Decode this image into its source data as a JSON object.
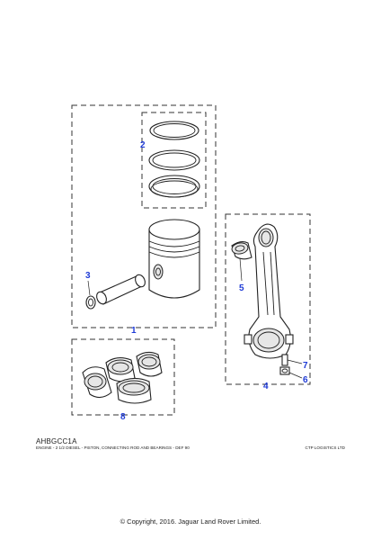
{
  "figure": {
    "code": "AHBGCC1A",
    "caption": "ENGINE - 2 1/2 DIESEL - PISTON, CONNECTING ROD AND BEARINGS - DEF 90",
    "vendor": "CTP LOGISTICS LTD",
    "copyright": "© Copyright, 2016. Jaguar Land Rover Limited."
  },
  "callouts": {
    "c1": "1",
    "c2": "2",
    "c3": "3",
    "c4": "4",
    "c5": "5",
    "c6": "6",
    "c7": "7",
    "c8": "8"
  },
  "colors": {
    "callout": "#1f3bd6",
    "line": "#222222"
  }
}
